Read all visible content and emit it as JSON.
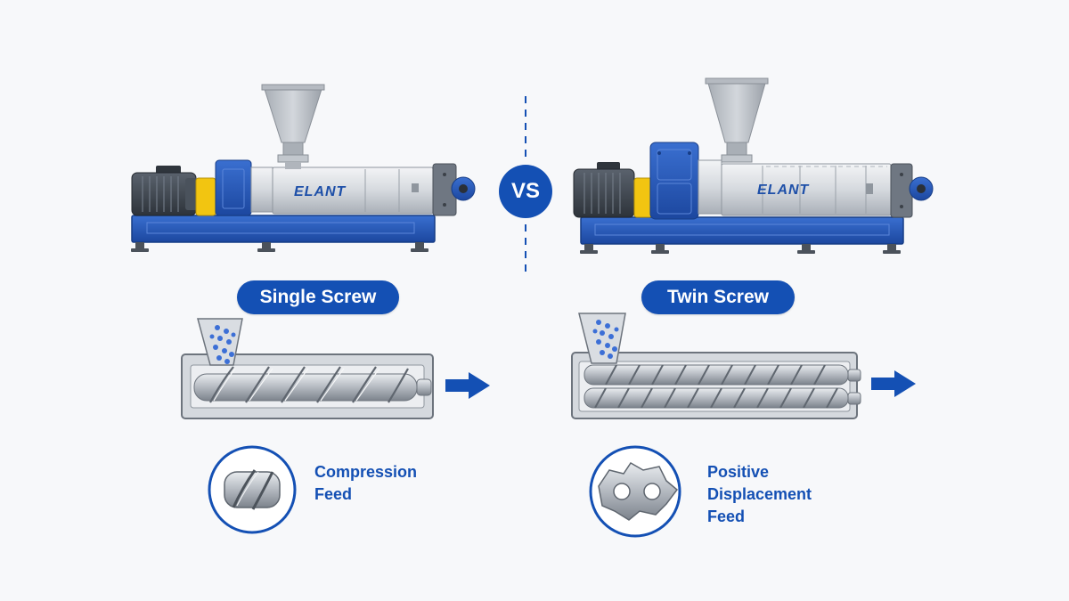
{
  "comparison": {
    "left": {
      "title": "Single Screw",
      "brand": "ELANT",
      "feed_label": [
        "Compression",
        "Feed"
      ]
    },
    "right": {
      "title": "Twin Screw",
      "brand": "ELANT",
      "feed_label": [
        "Positive",
        "Displacement",
        "Feed"
      ]
    },
    "vs_label": "VS"
  },
  "colors": {
    "accent_blue": "#1450b4",
    "frame_blue": "#2a5cb8",
    "steel": "#c9ced4",
    "motor_dark": "#3f4650",
    "coupling_yellow": "#f2c511",
    "pellet_blue": "#3c6fd6"
  }
}
